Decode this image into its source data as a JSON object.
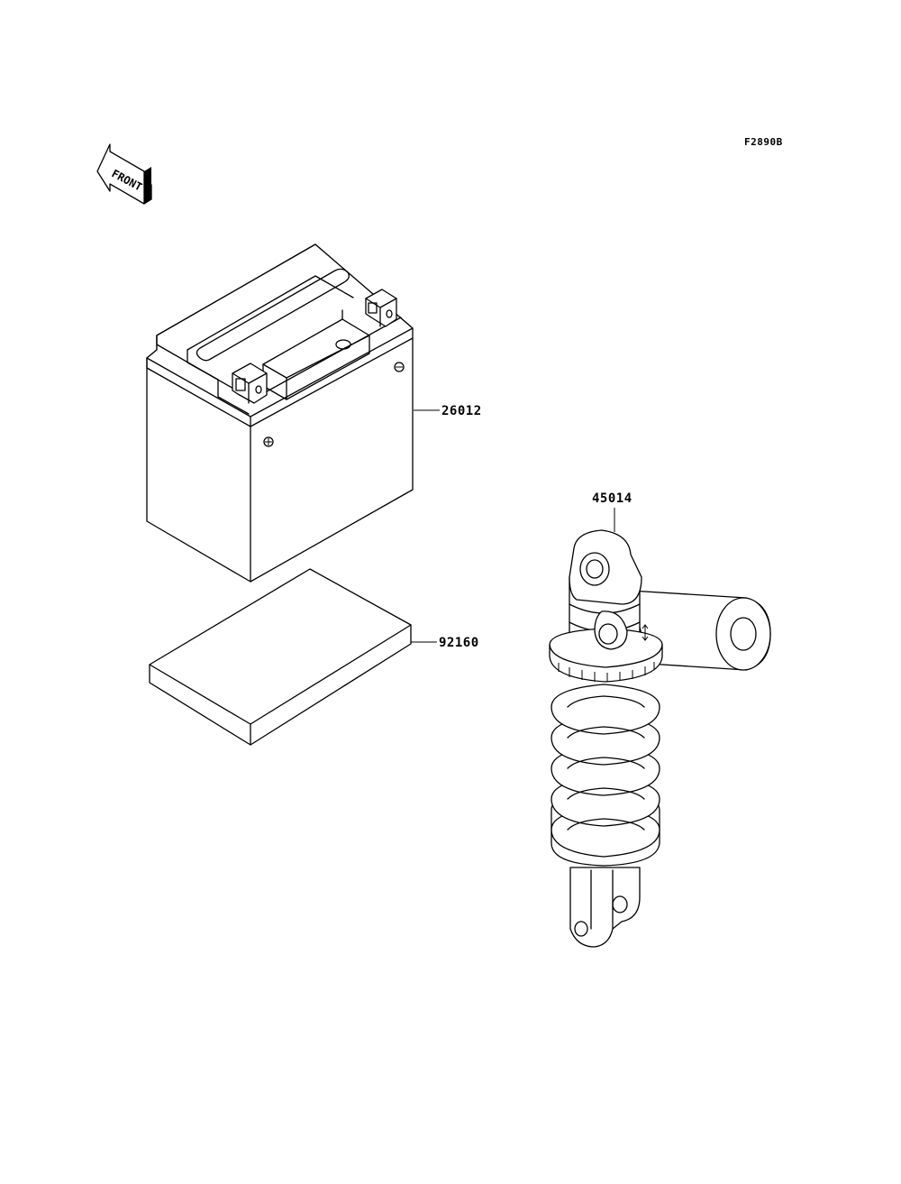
{
  "figure_code": "F2890B",
  "front_label": "FRONT",
  "parts": {
    "battery": {
      "ref": "26012",
      "icon": "battery-icon"
    },
    "battery_case": {
      "ref": "92160",
      "icon": "battery-case-icon"
    },
    "shock_absorber": {
      "ref": "45014",
      "icon": "shock-absorber-icon"
    }
  },
  "colors": {
    "line": "#000000",
    "background": "#ffffff"
  }
}
